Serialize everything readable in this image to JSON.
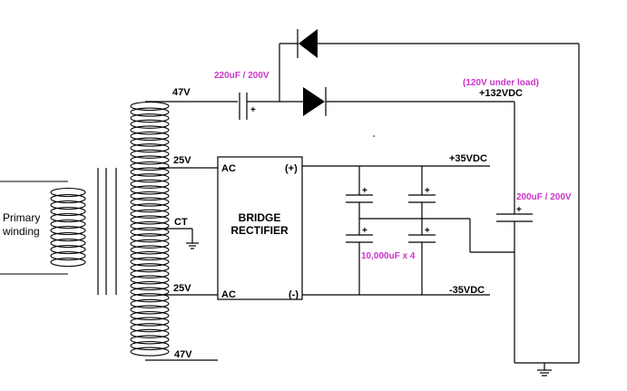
{
  "labels": {
    "primary_line1": "Primary",
    "primary_line2": "winding",
    "tap_47v_top": "47V",
    "tap_25v_top": "25V",
    "tap_ct": "CT",
    "tap_25v_bottom": "25V",
    "tap_47v_bottom": "47V",
    "rectifier_line1": "BRIDGE",
    "rectifier_line2": "RECTIFIER",
    "rectifier_ac_top": "AC",
    "rectifier_ac_bottom": "AC",
    "rectifier_pos": "(+)",
    "rectifier_neg": "(-)",
    "out_pos": "+35VDC",
    "out_neg": "-35VDC",
    "out_high": "+132VDC",
    "out_high_load": "(120V under load)",
    "cap_series": "220uF / 200V",
    "cap_filter": "10,000uF x 4",
    "cap_high": "200uF / 200V",
    "plus_sign": "+"
  },
  "colors": {
    "line": "#000000",
    "annotation": "#cc33cc"
  }
}
